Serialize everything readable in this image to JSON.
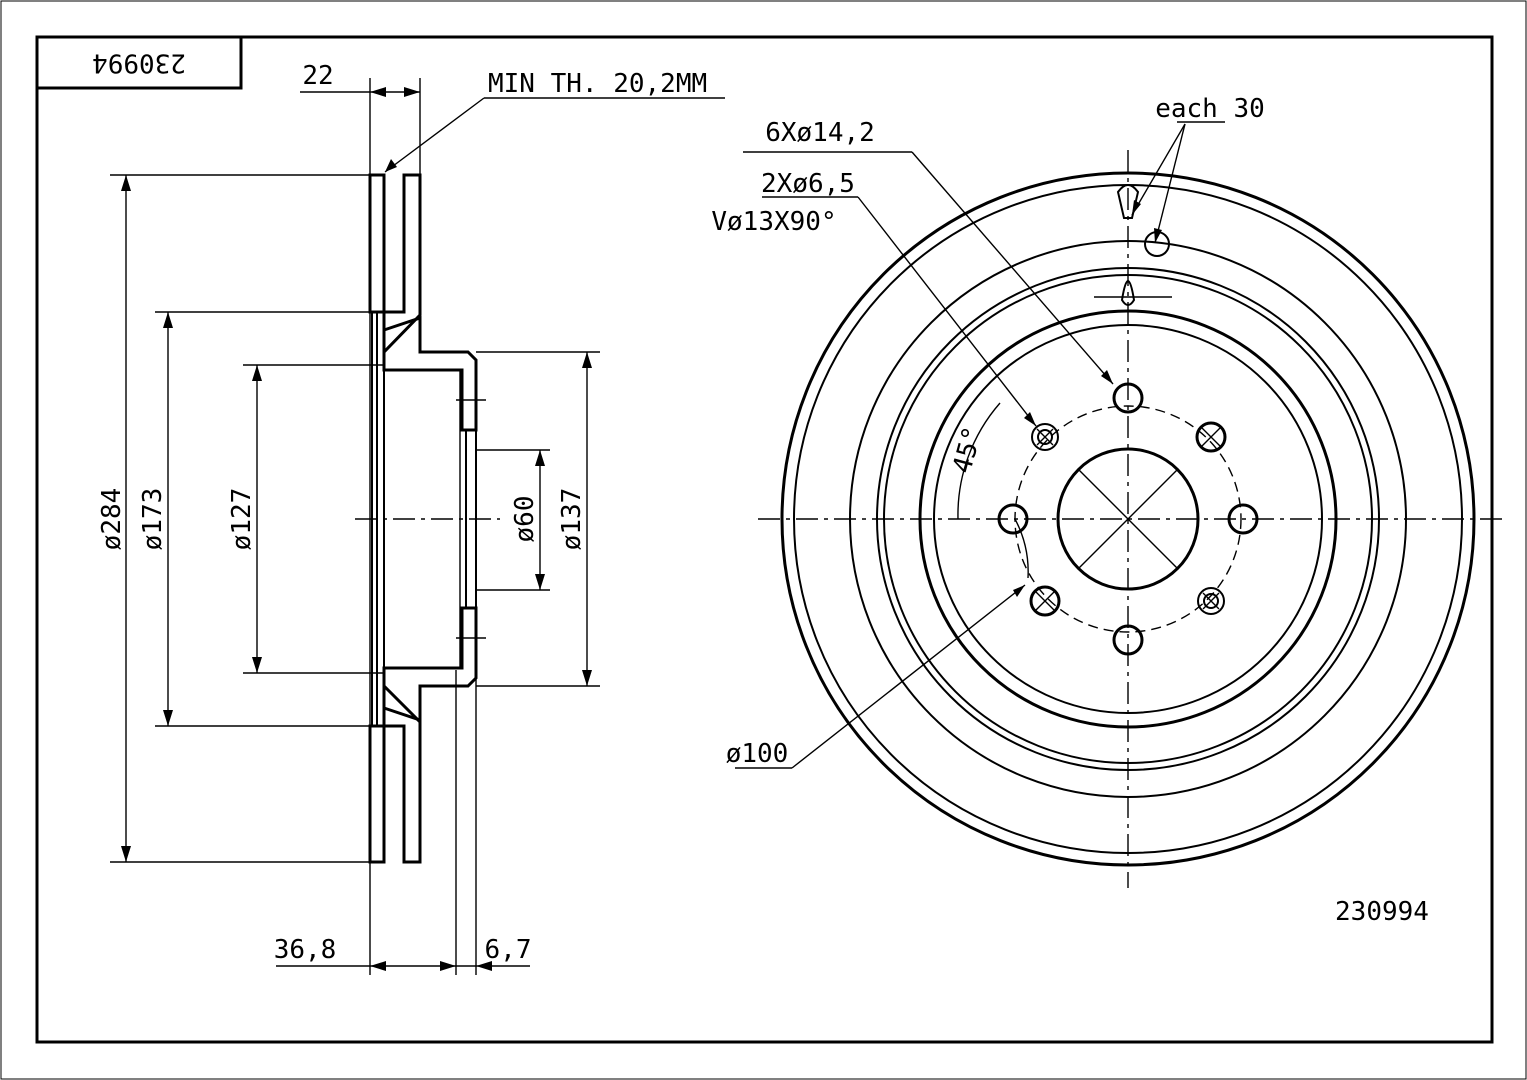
{
  "title_block": {
    "part_number_mirrored": "230994"
  },
  "side_view": {
    "dim_width": "22",
    "min_thickness": "MIN TH. 20,2MM",
    "dia_outer": "ø284",
    "dia_173": "ø173",
    "dia_127": "ø127",
    "dia_60": "ø60",
    "dia_137": "ø137",
    "dim_height": "36,8",
    "dim_hub": "6,7"
  },
  "front_view": {
    "bolt_holes": "6Xø14,2",
    "aux_holes": "2Xø6,5",
    "countersink": "Vø13X90°",
    "vent_note": "each 30",
    "angle": "45°",
    "pcd": "ø100",
    "part_number": "230994"
  }
}
